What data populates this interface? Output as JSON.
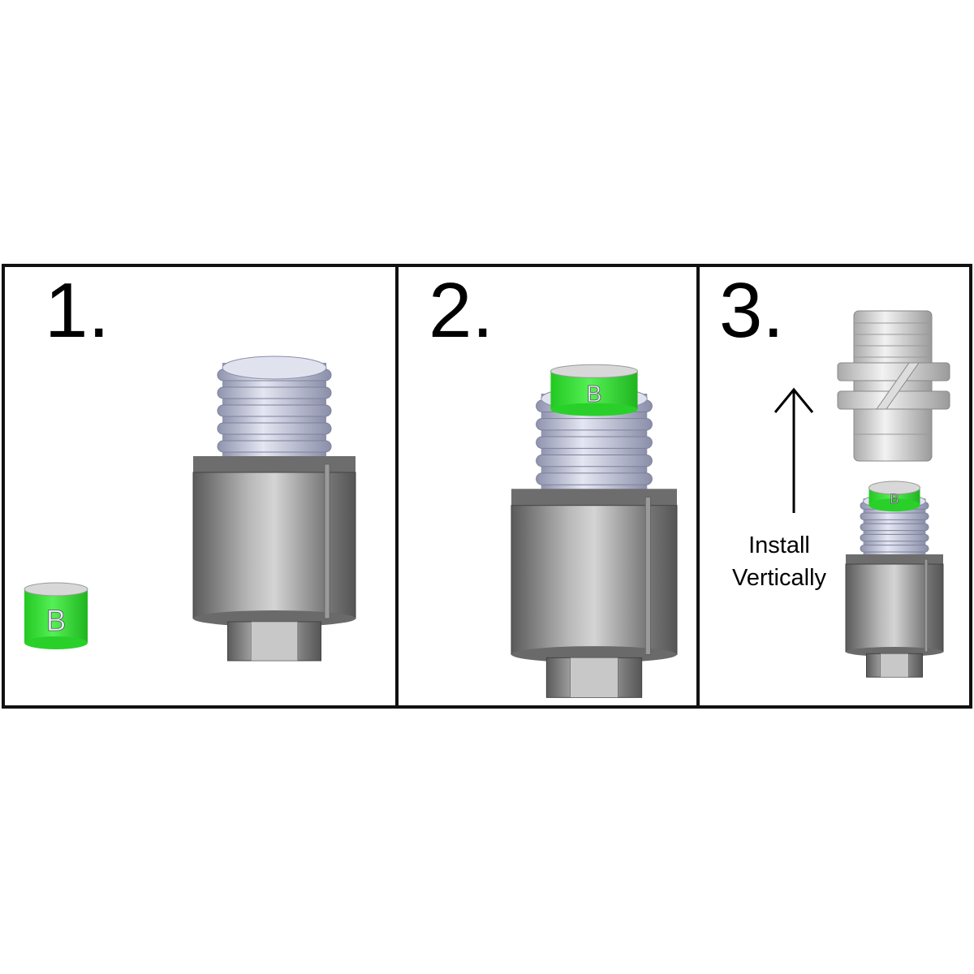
{
  "steps": [
    {
      "number": "1."
    },
    {
      "number": "2."
    },
    {
      "number": "3.",
      "caption_line1": "Install",
      "caption_line2": "Vertically"
    }
  ],
  "cap_letter": "B",
  "colors": {
    "cap_green": "#33e633",
    "thread": "#c9cce0",
    "body": "#8a8a8a",
    "border": "#111111"
  }
}
